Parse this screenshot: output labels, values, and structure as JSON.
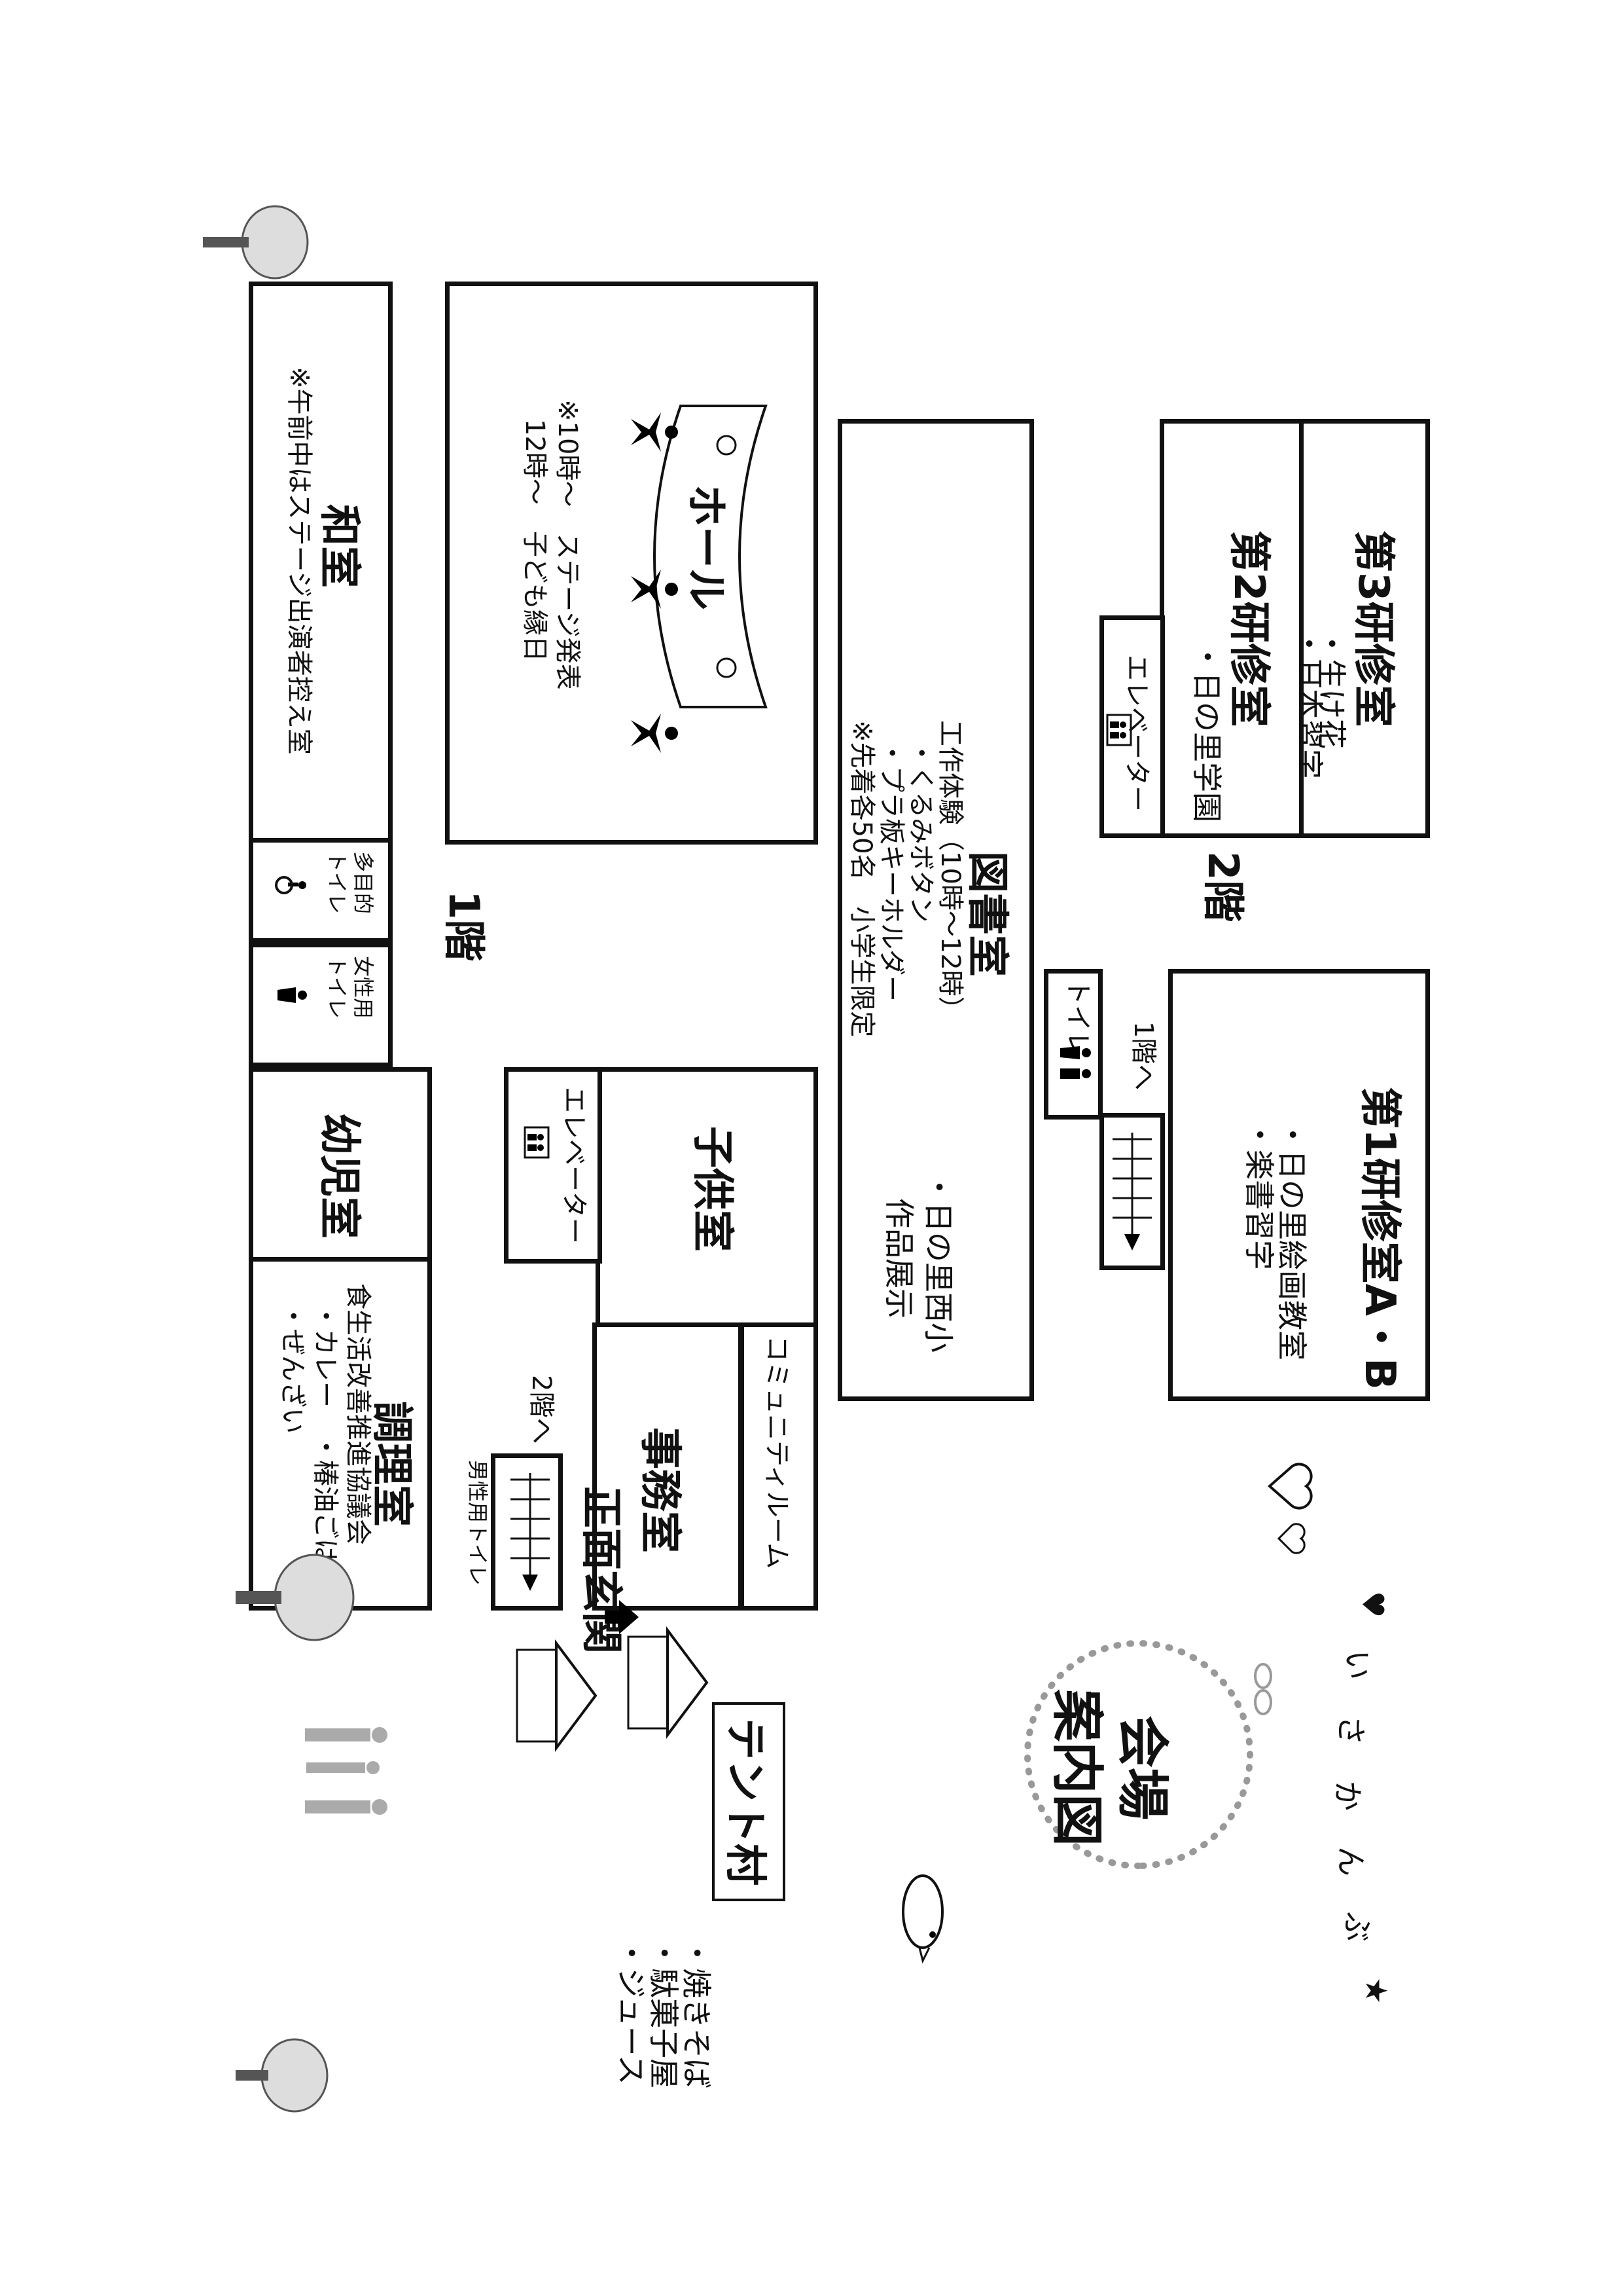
{
  "title": {
    "banner": [
      "★",
      "ぶ",
      "ん",
      "か",
      "さ",
      "い",
      "♥"
    ],
    "line1": "会場",
    "line2": "案内図"
  },
  "floor2": {
    "label": "2階",
    "room1": {
      "name": "第1研修室A・B",
      "items": [
        "・日の里絵画教室",
        "・楽書習字"
      ]
    },
    "room3": {
      "name": "第3研修室",
      "items": [
        "・生け花",
        "・日本習字"
      ]
    },
    "room2": {
      "name": "第2研修室",
      "items": [
        "・日の里学園"
      ]
    },
    "elevator": "エレベーター",
    "toilet": "トイレ",
    "stairs": "1階へ",
    "library": {
      "name": "図書室",
      "items": [
        "工作体験（10時～12時）",
        "・くるみボタン",
        "・プラ板キーホルダー",
        "※先着各50名　小学生限定"
      ]
    },
    "exhibit": [
      "・日の里西小",
      "作品展示"
    ]
  },
  "floor1": {
    "label": "1階",
    "hall": {
      "name": "ホール",
      "note1": "※10時～　ステージ発表",
      "note2": "12時～　子ども縁日"
    },
    "washitsu": {
      "name": "和室",
      "note": "※午前中はステージ出演者控え室"
    },
    "multi_toilet": [
      "多目的",
      "トイレ"
    ],
    "women_toilet": [
      "女性用",
      "トイレ"
    ],
    "infant": "幼児室",
    "kids": "子供室",
    "elevator": "エレベーター",
    "community": "コミュニティルーム",
    "office": "事務室",
    "entrance": "正面玄関",
    "stairs": "2階へ",
    "men_toilet": "男性用トイレ",
    "cooking": {
      "name": "調理室",
      "items": [
        "食生活改善推進協議会",
        "・カレー　・椿油ごはん",
        "・ぜんざい"
      ]
    }
  },
  "tent": {
    "label": "テント村",
    "items": [
      "・焼きそば",
      "・駄菓子屋",
      "・ジュース"
    ]
  }
}
